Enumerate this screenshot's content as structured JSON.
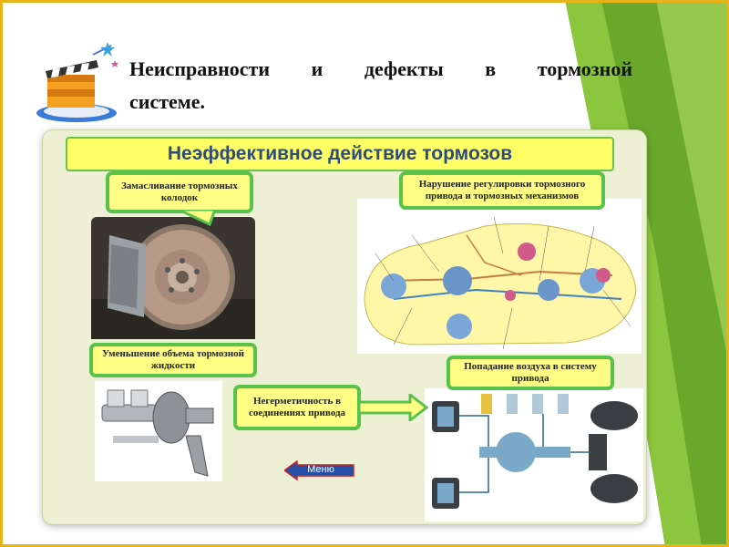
{
  "slide": {
    "title_line1_words": [
      "Неисправности",
      "и",
      "дефекты",
      "в",
      "тормозной"
    ],
    "title_line2": "системе."
  },
  "panel": {
    "title": "Неэффективное действие тормозов",
    "callouts": {
      "oiling": "Замасливание тормозных колодок",
      "adjustment": "Нарушение регулировки тормозного привода и тормозных механизмов",
      "fluid": "Уменьшение объема тормозной жидкости",
      "leak": "Негерметичность в соединениях привода",
      "air": "Попадание воздуха в систему привода"
    },
    "menu_label": "Меню"
  },
  "colors": {
    "frame": "#e8b31a",
    "accent_green": "#6cc24a",
    "callout_fill": "#fffd84",
    "title_text": "#2e4b7a"
  }
}
